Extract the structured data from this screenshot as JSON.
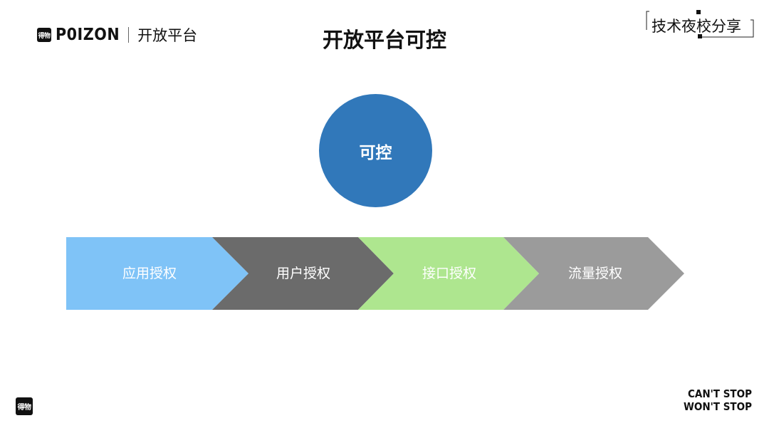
{
  "header": {
    "brand_mark": "得物",
    "brand_word": "P0IZON",
    "brand_sub": "开放平台",
    "title": "开放平台可控",
    "share_tag": "技术夜校分享"
  },
  "center": {
    "label": "可控",
    "color": "#3178ba"
  },
  "flow": [
    {
      "label": "应用授权",
      "color": "#7fc3f7"
    },
    {
      "label": "用户授权",
      "color": "#6b6b6b"
    },
    {
      "label": "接口授权",
      "color": "#aee68f"
    },
    {
      "label": "流量授权",
      "color": "#9b9b9b"
    }
  ],
  "footer": {
    "logo_text": "得物",
    "slogan_line1": "CAN'T STOP",
    "slogan_line2": "WON'T STOP"
  }
}
